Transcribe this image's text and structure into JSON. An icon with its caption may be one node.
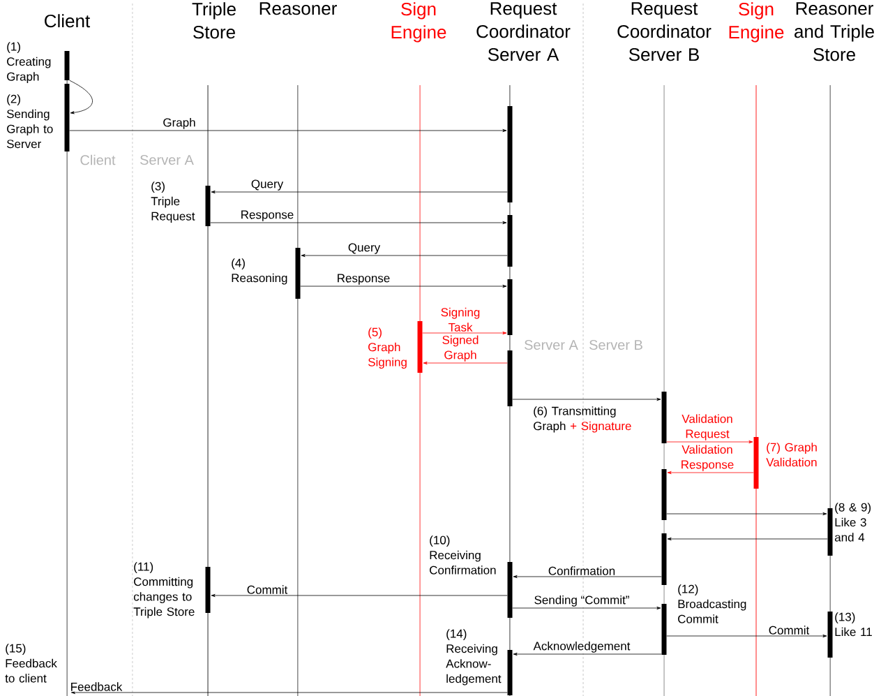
{
  "diagram": {
    "nodes": [
      {
        "text": [
          "Client"
        ]
      },
      {
        "text": [
          "Triple Store"
        ]
      },
      {
        "text": [
          "Reasoner"
        ]
      },
      {
        "text": [
          "Sign Engine"
        ]
      },
      {
        "text": [
          "Request Coordinator Server A"
        ]
      },
      {
        "text": [
          "Request Coordinator Server B"
        ]
      },
      {
        "text": [
          "Sign Engine"
        ]
      },
      {
        "text": [
          "Reasoner and Triple Store"
        ]
      },
      {
        "text": [],
        "shape": "bar",
        "beside": [
          "(1) Creating Graph"
        ]
      },
      {
        "text": [],
        "shape": "bar",
        "beside": [
          "(2) Sending Graph to Server"
        ]
      },
      {
        "text": [],
        "shape": "bar"
      },
      {
        "text": [],
        "shape": "bar",
        "beside": [
          "(3) Triple Request"
        ]
      },
      {
        "text": [],
        "shape": "bar"
      },
      {
        "text": [],
        "shape": "bar",
        "beside": [
          "(4) Reasoning"
        ]
      },
      {
        "text": [],
        "shape": "bar"
      },
      {
        "text": [],
        "shape": "bar",
        "beside": [
          "(5) Graph Signing"
        ]
      },
      {
        "text": [],
        "shape": "bar"
      },
      {
        "text": [],
        "shape": "bar",
        "beside": [
          "(6) Transmitting Graph",
          "+ Signature"
        ]
      },
      {
        "text": [],
        "shape": "bar"
      },
      {
        "text": [],
        "shape": "bar",
        "beside": [
          "(7) Graph Validation"
        ]
      },
      {
        "text": [],
        "shape": "bar",
        "beside": [
          "(8 & 9) Like 3 and 4"
        ]
      },
      {
        "text": [],
        "shape": "bar"
      },
      {
        "text": [],
        "shape": "bar",
        "beside": [
          "(10) Receiving Confirmation"
        ]
      },
      {
        "text": [],
        "shape": "bar",
        "beside": [
          "(11) Committing changes to Triple Store"
        ]
      },
      {
        "text": [],
        "shape": "bar",
        "beside": [
          "(12) Broadcasting Commit"
        ]
      },
      {
        "text": [],
        "shape": "bar",
        "beside": [
          "(13) Like 11"
        ]
      },
      {
        "text": [],
        "shape": "bar",
        "beside": [
          "(14) Receiving Acknow-ledgement"
        ]
      }
    ],
    "edges": [
      {
        "from": 8,
        "to": 9,
        "arrow": "to"
      },
      {
        "from": 9,
        "to": 10,
        "label": "Graph",
        "arrow": "to"
      },
      {
        "from": 10,
        "to": 11,
        "label": "Query",
        "arrow": "to"
      },
      {
        "from": 11,
        "to": 12,
        "label": "Response",
        "arrow": "to"
      },
      {
        "from": 12,
        "to": 13,
        "label": "Query",
        "arrow": "to"
      },
      {
        "from": 13,
        "to": 14,
        "label": "Response",
        "arrow": "to"
      },
      {
        "from": 15,
        "to": 14,
        "label": "Signing Task",
        "arrow": "to",
        "color": "#ff0000"
      },
      {
        "from": 16,
        "to": 15,
        "label": "Signed Graph",
        "arrow": "to",
        "color": "#ff0000"
      },
      {
        "from": 16,
        "to": 17,
        "arrow": "to"
      },
      {
        "from": 17,
        "to": 19,
        "label": "Validation Request",
        "arrow": "to",
        "color": "#ff0000"
      },
      {
        "from": 19,
        "to": 18,
        "label": "Validation Response",
        "arrow": "to",
        "color": "#ff0000"
      },
      {
        "from": 18,
        "to": 20,
        "arrow": "to"
      },
      {
        "from": 20,
        "to": 21,
        "arrow": "to"
      },
      {
        "from": 21,
        "to": 22,
        "label": "Confirmation",
        "arrow": "to"
      },
      {
        "from": 22,
        "to": 23,
        "label": "Commit",
        "arrow": "to"
      },
      {
        "from": 22,
        "to": 24,
        "label": "Sending “Commit”",
        "arrow": "to"
      },
      {
        "from": 24,
        "to": 25,
        "label": "Commit",
        "arrow": "to"
      },
      {
        "from": 24,
        "to": 26,
        "label": "Acknowledgement",
        "arrow": "to"
      },
      {
        "from": 26,
        "to": null,
        "label": "Feedback",
        "arrow": "to"
      }
    ],
    "labels": [
      "Client",
      "Server A",
      "Server A",
      "Server B",
      "(15) Feedback to client"
    ]
  }
}
